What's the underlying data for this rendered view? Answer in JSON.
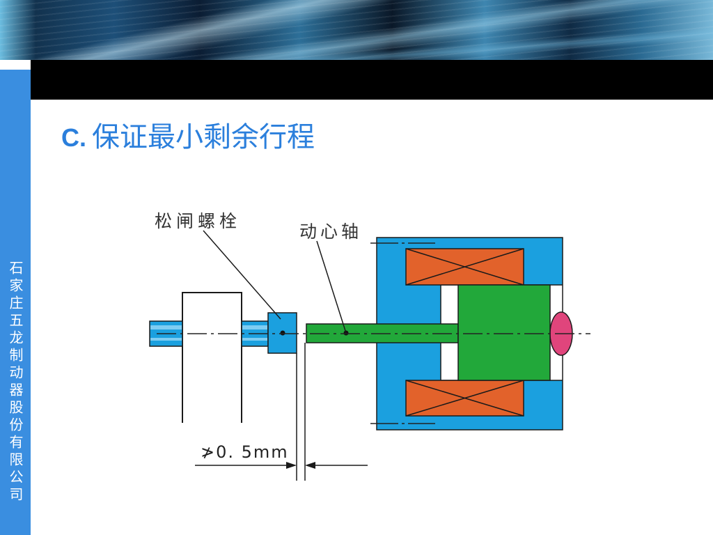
{
  "slide": {
    "title_prefix": "C.",
    "title_text": "保证最小剩余行程",
    "sidebar_text": "石家庄五龙制动器股份有限公司"
  },
  "diagram": {
    "label_release_bolt": "松闸螺栓",
    "label_moving_core_shaft": "动心轴",
    "dimension_label": "≯0. 5mm"
  },
  "colors": {
    "title_blue": "#2b7fdc",
    "sidebar_blue": "#3a8ee0",
    "part_blue": "#1ba0df",
    "coil_orange": "#e2622b",
    "core_green": "#22a83a",
    "cap_pink": "#e0457c"
  }
}
